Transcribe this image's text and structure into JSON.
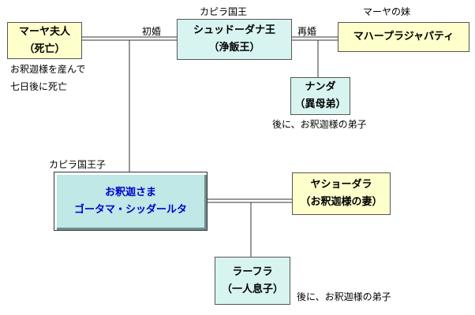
{
  "labels": {
    "kapila_king": "カピラ国王",
    "maya_sister": "マーヤの妹",
    "first_marriage": "初婚",
    "remarriage": "再婚",
    "kapila_prince": "カピラ国王子"
  },
  "persons": {
    "maya": {
      "name": "マーヤ夫人",
      "sub": "（死亡）",
      "note_line1": "お釈迦様を産んで",
      "note_line2": "七日後に死亡"
    },
    "suddhodana": {
      "name": "シュッドーダナ王",
      "sub": "（浄飯王）"
    },
    "mahaprajapati": {
      "name": "マハープラジャパティ"
    },
    "nanda": {
      "name": "ナンダ",
      "sub": "（異母弟）",
      "note": "後に、お釈迦様の弟子"
    },
    "gotama": {
      "name_line1": "お釈迦さま",
      "name_line2": "ゴータマ・シッダールタ"
    },
    "yasodhara": {
      "name": "ヤショーダラ",
      "sub": "（お釈迦様の妻）"
    },
    "rahula": {
      "name": "ラーフラ",
      "sub": "（一人息子）",
      "note": "後に、お釈迦様の弟子"
    }
  },
  "colors": {
    "yellow_box": "#ffffcc",
    "cyan_box": "#d8f4f0",
    "main_box": "#bfe8e6",
    "main_text": "#0000cc"
  }
}
